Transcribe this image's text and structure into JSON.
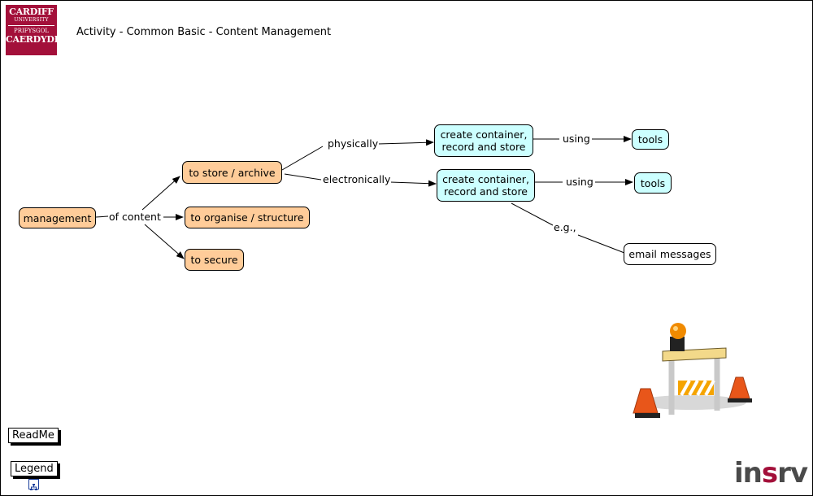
{
  "header": {
    "title": "Activity - Common Basic - Content Management",
    "logo": {
      "line1": "CARDIFF",
      "line2": "UNIVERSITY",
      "line3": "PRIFYSGOL",
      "line4": "CAERDYDD",
      "color": "#a3103a"
    }
  },
  "nodes": {
    "management": "management",
    "store_archive": "to store / archive",
    "organise": "to organise / structure",
    "secure": "to secure",
    "container_1": "create container, record and store",
    "container_2": "create container, record and store",
    "tools_1": "tools",
    "tools_2": "tools",
    "email": "email messages"
  },
  "links": {
    "of_content": "of content",
    "physically": "physically",
    "electronically": "electronically",
    "using_1": "using",
    "using_2": "using",
    "eg": "e.g.,"
  },
  "colors": {
    "concept": "#ffcc99",
    "activity": "#ccffff",
    "example": "#ffffff",
    "brand": "#a3103a"
  },
  "image": {
    "name": "under-construction-barrier"
  },
  "footer": {
    "readme": "ReadMe",
    "legend": "Legend",
    "brand_prefix": "in",
    "brand_accent": "s",
    "brand_suffix": "rv"
  }
}
